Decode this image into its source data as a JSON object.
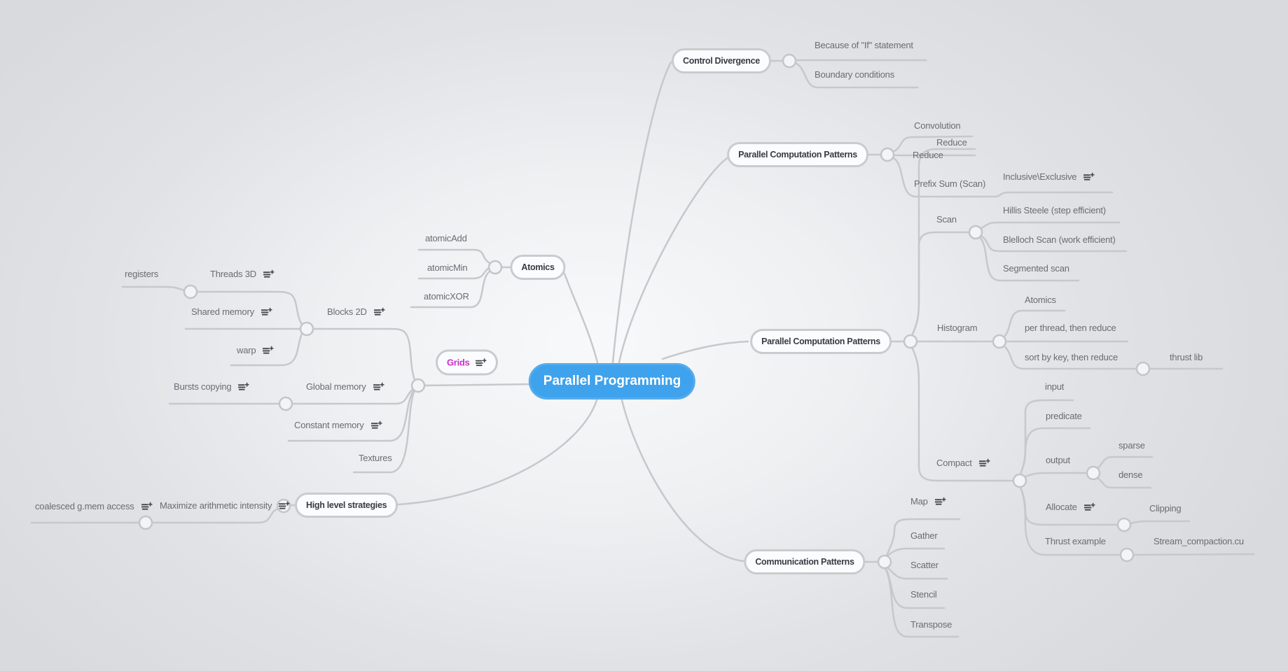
{
  "app": "mind-map",
  "colors": {
    "root_fill": "#3fa2ec",
    "root_border": "#55abee",
    "root_text": "#ffffff",
    "pill_fill": "#fbfcfe",
    "pill_border": "#c9cbce",
    "pill_text": "#383b42",
    "leaf_text": "#696c72",
    "connector_line": "#c6c8cb",
    "grids_text": "#c92fc4",
    "note_icon": "#43464c",
    "background_outer": "#d8dadd",
    "background_center": "#f8f9fb"
  },
  "nodes": {
    "root": {
      "label": "Parallel Programming"
    },
    "control_divergence": {
      "label": "Control Divergence"
    },
    "cd_if": {
      "label": "Because of \"If\" statement"
    },
    "cd_boundary": {
      "label": "Boundary conditions"
    },
    "pcp_top": {
      "label": "Parallel Computation Patterns"
    },
    "convolution": {
      "label": "Convolution"
    },
    "reduce_top": {
      "label": "Reduce"
    },
    "prefix_sum": {
      "label": "Prefix Sum (Scan)"
    },
    "inclusive": {
      "label": "Inclusive\\Exclusive",
      "note_icon": true
    },
    "pcp_right": {
      "label": "Parallel Computation Patterns"
    },
    "reduce_right": {
      "label": "Reduce"
    },
    "scan": {
      "label": "Scan"
    },
    "hillis": {
      "label": "Hillis Steele (step efficient)"
    },
    "blelloch": {
      "label": "Blelloch Scan (work efficient)"
    },
    "segmented": {
      "label": "Segmented scan"
    },
    "histogram": {
      "label": "Histogram"
    },
    "hist_atomics": {
      "label": "Atomics"
    },
    "per_thread": {
      "label": "per thread, then reduce"
    },
    "sort_by_key": {
      "label": "sort by key, then reduce"
    },
    "thrust_lib": {
      "label": "thrust lib"
    },
    "compact": {
      "label": "Compact",
      "note_icon": true
    },
    "input": {
      "label": "input"
    },
    "predicate": {
      "label": "predicate"
    },
    "output": {
      "label": "output"
    },
    "sparse": {
      "label": "sparse"
    },
    "dense": {
      "label": "dense"
    },
    "allocate": {
      "label": "Allocate",
      "note_icon": true
    },
    "clipping": {
      "label": "Clipping"
    },
    "thrust_example": {
      "label": "Thrust example"
    },
    "stream_compaction": {
      "label": "Stream_compaction.cu"
    },
    "atomics": {
      "label": "Atomics"
    },
    "atomic_add": {
      "label": "atomicAdd"
    },
    "atomic_min": {
      "label": "atomicMin"
    },
    "atomic_xor": {
      "label": "atomicXOR"
    },
    "grids": {
      "label": "Grids",
      "note_icon": true
    },
    "blocks_2d": {
      "label": "Blocks 2D",
      "note_icon": true
    },
    "threads_3d": {
      "label": "Threads 3D",
      "note_icon": true
    },
    "registers": {
      "label": "registers"
    },
    "shared_memory": {
      "label": "Shared memory",
      "note_icon": true
    },
    "warp": {
      "label": "warp",
      "note_icon": true
    },
    "global_memory": {
      "label": "Global memory",
      "note_icon": true
    },
    "bursts_copying": {
      "label": "Bursts copying",
      "note_icon": true
    },
    "constant_memory": {
      "label": "Constant memory",
      "note_icon": true
    },
    "textures": {
      "label": "Textures"
    },
    "hls": {
      "label": "High level strategies"
    },
    "maximize": {
      "label": "Maximize arithmetic intensity",
      "note_icon": true
    },
    "coalesced": {
      "label": "coalesced g.mem access",
      "note_icon": true
    },
    "comm": {
      "label": "Communication Patterns"
    },
    "map": {
      "label": "Map",
      "note_icon": true
    },
    "gather": {
      "label": "Gather"
    },
    "scatter": {
      "label": "Scatter"
    },
    "stencil": {
      "label": "Stencil"
    },
    "transpose": {
      "label": "Transpose"
    }
  },
  "structure": {
    "root": [
      "control_divergence",
      "pcp_top",
      "pcp_right",
      "atomics",
      "grids",
      "hls",
      "comm"
    ],
    "control_divergence": [
      "cd_if",
      "cd_boundary"
    ],
    "pcp_top": [
      "convolution",
      "reduce_top",
      "prefix_sum"
    ],
    "prefix_sum": [
      "inclusive"
    ],
    "pcp_right": [
      "reduce_right",
      "scan",
      "histogram",
      "compact"
    ],
    "scan": [
      "hillis",
      "blelloch",
      "segmented"
    ],
    "histogram": [
      "hist_atomics",
      "per_thread",
      "sort_by_key"
    ],
    "sort_by_key": [
      "thrust_lib"
    ],
    "compact": [
      "input",
      "predicate",
      "output",
      "allocate",
      "thrust_example"
    ],
    "output": [
      "sparse",
      "dense"
    ],
    "allocate": [
      "clipping"
    ],
    "thrust_example": [
      "stream_compaction"
    ],
    "atomics": [
      "atomic_add",
      "atomic_min",
      "atomic_xor"
    ],
    "grids": [
      "blocks_2d",
      "global_memory",
      "constant_memory",
      "textures"
    ],
    "blocks_2d": [
      "threads_3d",
      "shared_memory",
      "warp"
    ],
    "threads_3d": [
      "registers"
    ],
    "global_memory": [
      "bursts_copying"
    ],
    "hls": [
      "maximize"
    ],
    "maximize": [
      "coalesced"
    ],
    "comm": [
      "map",
      "gather",
      "scatter",
      "stencil",
      "transpose"
    ]
  }
}
